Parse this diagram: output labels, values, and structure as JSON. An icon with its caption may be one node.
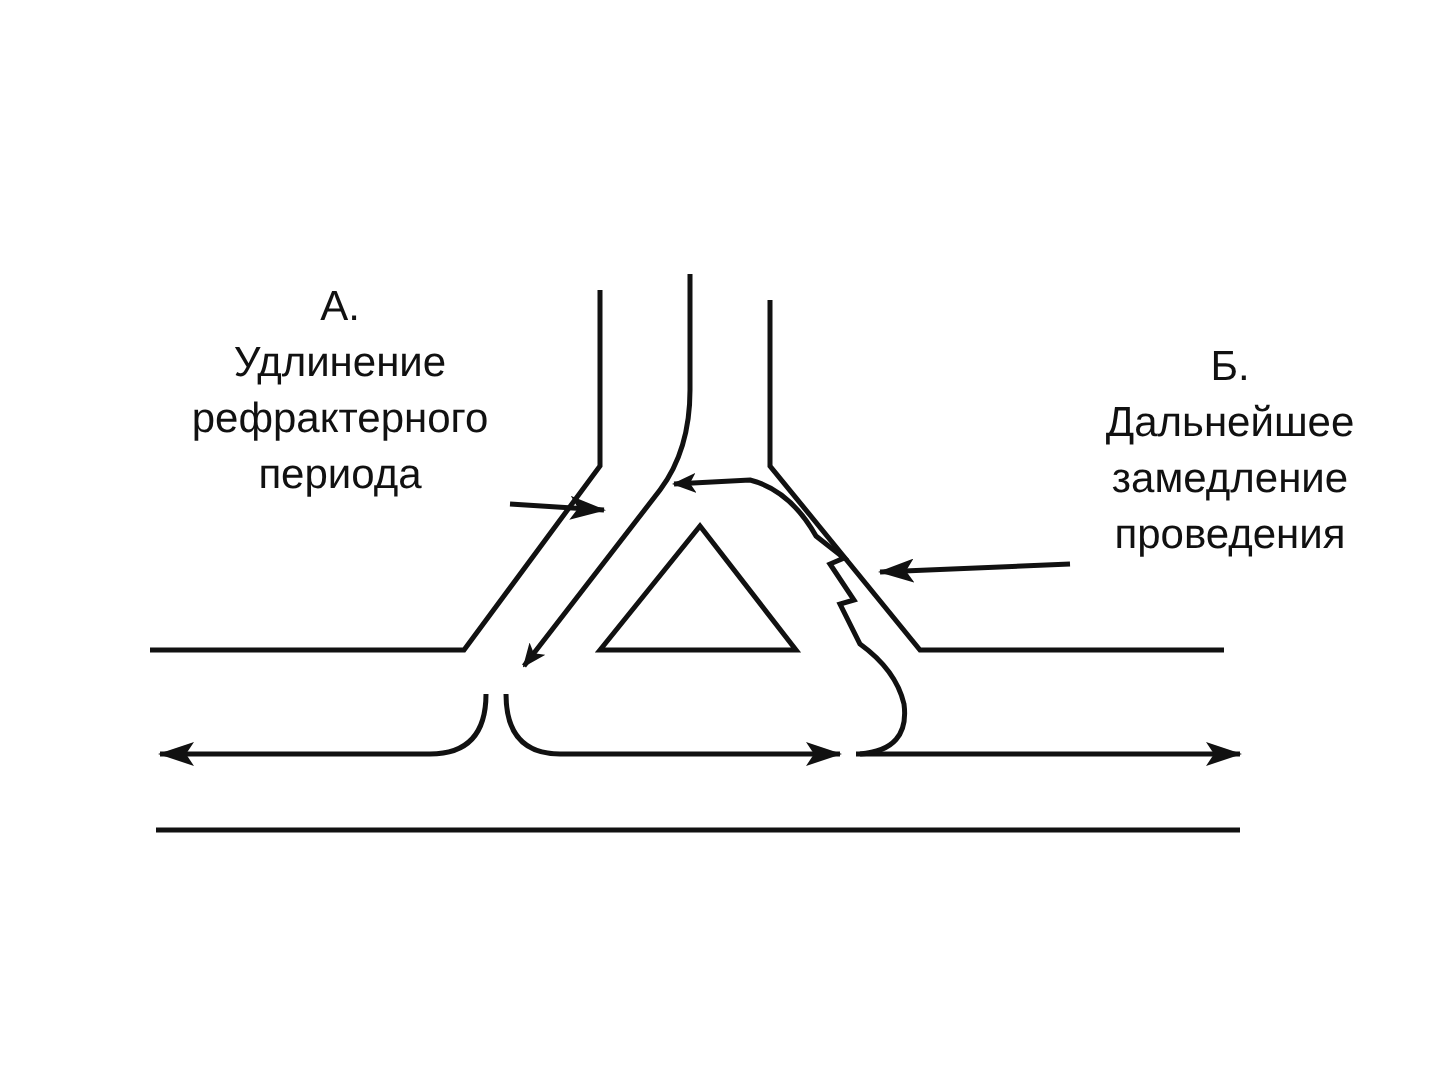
{
  "diagram": {
    "nodes": [
      {
        "text": [
          "А.",
          "Удлинение рефрактерного периода"
        ]
      },
      {
        "text": [
          "Б.",
          "Дальнейшее замедление проведения"
        ]
      }
    ],
    "edges": [
      {
        "from": 0,
        "to": null,
        "arrow": "to"
      },
      {
        "from": 1,
        "to": null,
        "arrow": "to"
      }
    ]
  }
}
